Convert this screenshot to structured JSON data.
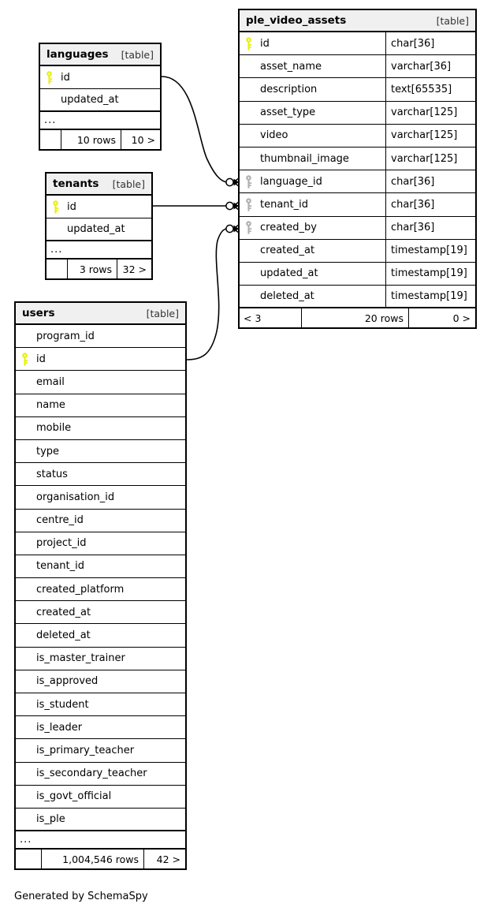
{
  "diagram": {
    "credit": "Generated by SchemaSpy",
    "kind_label": "[table]",
    "ellipsis": "...",
    "colors": {
      "primary_key": "#e8ef11",
      "foreign_key": "#b0b0b0",
      "border": "#000000",
      "header_bg": "#f0f0f0",
      "background": "#ffffff"
    }
  },
  "tables": {
    "ple_video_assets": {
      "name": "ple_video_assets",
      "kind": "[table]",
      "columns": [
        {
          "name": "id",
          "type": "char[36]",
          "key": "primary-key-icon"
        },
        {
          "name": "asset_name",
          "type": "varchar[36]",
          "key": "none"
        },
        {
          "name": "description",
          "type": "text[65535]",
          "key": "none"
        },
        {
          "name": "asset_type",
          "type": "varchar[125]",
          "key": "none"
        },
        {
          "name": "video",
          "type": "varchar[125]",
          "key": "none"
        },
        {
          "name": "thumbnail_image",
          "type": "varchar[125]",
          "key": "none"
        },
        {
          "name": "language_id",
          "type": "char[36]",
          "key": "foreign-key-icon"
        },
        {
          "name": "tenant_id",
          "type": "char[36]",
          "key": "foreign-key-icon"
        },
        {
          "name": "created_by",
          "type": "char[36]",
          "key": "foreign-key-icon"
        },
        {
          "name": "created_at",
          "type": "timestamp[19]",
          "key": "none"
        },
        {
          "name": "updated_at",
          "type": "timestamp[19]",
          "key": "none"
        },
        {
          "name": "deleted_at",
          "type": "timestamp[19]",
          "key": "none"
        }
      ],
      "has_ellipsis": false,
      "footer": {
        "left": "< 3",
        "center": "20 rows",
        "right": "0 >"
      }
    },
    "languages": {
      "name": "languages",
      "kind": "[table]",
      "columns": [
        {
          "name": "id",
          "type": "",
          "key": "primary-key-icon"
        },
        {
          "name": "updated_at",
          "type": "",
          "key": "none"
        }
      ],
      "has_ellipsis": true,
      "footer": {
        "left": "",
        "center": "10 rows",
        "right": "10 >"
      }
    },
    "tenants": {
      "name": "tenants",
      "kind": "[table]",
      "columns": [
        {
          "name": "id",
          "type": "",
          "key": "primary-key-icon"
        },
        {
          "name": "updated_at",
          "type": "",
          "key": "none"
        }
      ],
      "has_ellipsis": true,
      "footer": {
        "left": "",
        "center": "3 rows",
        "right": "32 >"
      }
    },
    "users": {
      "name": "users",
      "kind": "[table]",
      "columns": [
        {
          "name": "program_id",
          "type": "",
          "key": "none"
        },
        {
          "name": "id",
          "type": "",
          "key": "primary-key-icon"
        },
        {
          "name": "email",
          "type": "",
          "key": "none"
        },
        {
          "name": "name",
          "type": "",
          "key": "none"
        },
        {
          "name": "mobile",
          "type": "",
          "key": "none"
        },
        {
          "name": "type",
          "type": "",
          "key": "none"
        },
        {
          "name": "status",
          "type": "",
          "key": "none"
        },
        {
          "name": "organisation_id",
          "type": "",
          "key": "none"
        },
        {
          "name": "centre_id",
          "type": "",
          "key": "none"
        },
        {
          "name": "project_id",
          "type": "",
          "key": "none"
        },
        {
          "name": "tenant_id",
          "type": "",
          "key": "none"
        },
        {
          "name": "created_platform",
          "type": "",
          "key": "none"
        },
        {
          "name": "created_at",
          "type": "",
          "key": "none"
        },
        {
          "name": "deleted_at",
          "type": "",
          "key": "none"
        },
        {
          "name": "is_master_trainer",
          "type": "",
          "key": "none"
        },
        {
          "name": "is_approved",
          "type": "",
          "key": "none"
        },
        {
          "name": "is_student",
          "type": "",
          "key": "none"
        },
        {
          "name": "is_leader",
          "type": "",
          "key": "none"
        },
        {
          "name": "is_primary_teacher",
          "type": "",
          "key": "none"
        },
        {
          "name": "is_secondary_teacher",
          "type": "",
          "key": "none"
        },
        {
          "name": "is_govt_official",
          "type": "",
          "key": "none"
        },
        {
          "name": "is_ple",
          "type": "",
          "key": "none"
        }
      ],
      "has_ellipsis": true,
      "footer": {
        "left": "",
        "center": "1,004,546 rows",
        "right": "42 >"
      }
    }
  },
  "relationships": [
    {
      "from_table": "languages",
      "from_column": "id",
      "to_table": "ple_video_assets",
      "to_column": "language_id",
      "notation": "zero-or-many"
    },
    {
      "from_table": "tenants",
      "from_column": "id",
      "to_table": "ple_video_assets",
      "to_column": "tenant_id",
      "notation": "zero-or-many"
    },
    {
      "from_table": "users",
      "from_column": "id",
      "to_table": "ple_video_assets",
      "to_column": "created_by",
      "notation": "zero-or-many"
    }
  ]
}
